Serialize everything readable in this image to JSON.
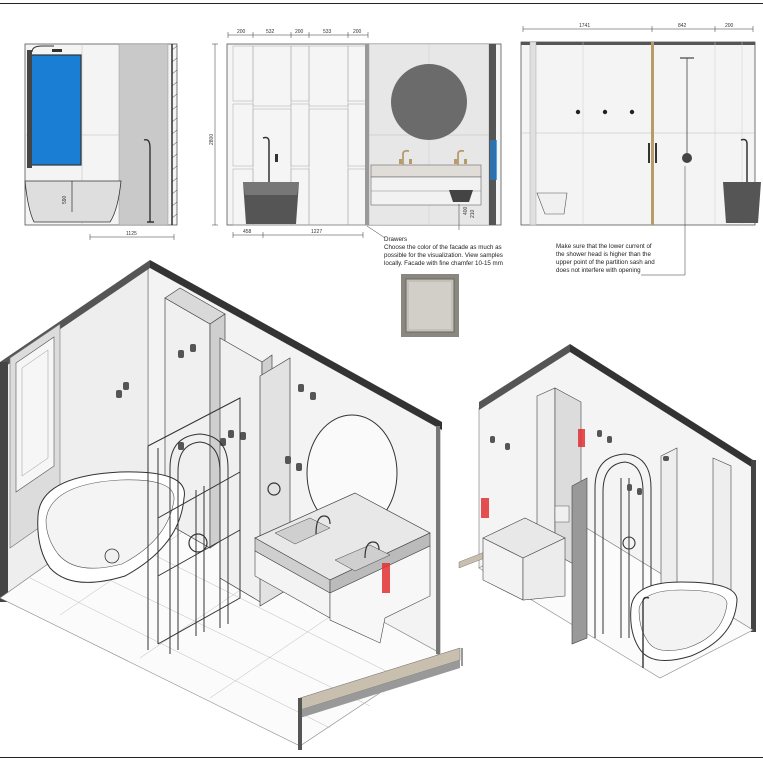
{
  "elevation_left": {
    "dim_height": "590",
    "dim_width": "1125"
  },
  "elevation_middle": {
    "dims_top": [
      "200",
      "532",
      "200",
      "533",
      "200"
    ],
    "dim_total_height": "2800",
    "dims_bottom": [
      "458",
      "1227"
    ],
    "dims_side": [
      "400",
      "210"
    ]
  },
  "elevation_right": {
    "dims_top": [
      "1741",
      "842",
      "200"
    ]
  },
  "notes": {
    "drawers_title": "Drawers",
    "drawers_lines": [
      "Choose the color of the facade as much as",
      "possible for the visualization. View samples",
      "locally. Facade with fine chamfer 10-15 mm"
    ],
    "shower_lines": [
      "Make sure that the lower current of",
      "the shower head is higher than the",
      "upper point of the partition sash and",
      "does not interfere with opening"
    ]
  },
  "colors": {
    "window_blue": "#1a7fd4",
    "mirror_grey": "#6b6b6b",
    "wall_grey": "#c8c8c8",
    "accent_red": "#e03030",
    "brass": "#b89b6a",
    "floor_wood": "#c9bfae"
  }
}
